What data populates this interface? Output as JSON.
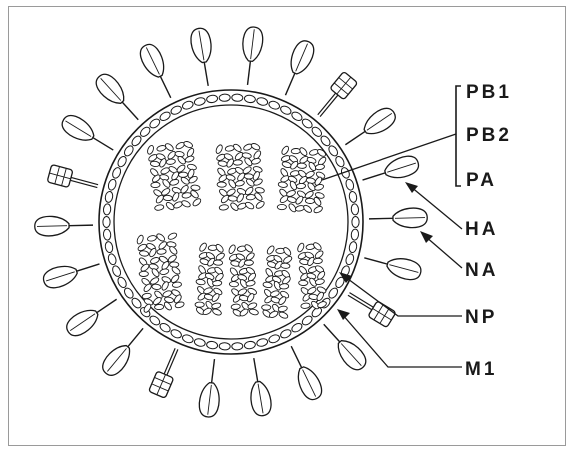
{
  "labels": {
    "pb1": "PB1",
    "pb2": "PB2",
    "pa": "PA",
    "ha": "HA",
    "na": "NA",
    "np": "NP",
    "m1": "M1"
  },
  "colors": {
    "ink": "#1a1a1a",
    "frame": "#9a9a9a",
    "paper": "#ffffff"
  },
  "icons": {
    "ha_spike": "ha-spike-icon",
    "na_spike": "na-spike-icon",
    "rnp_segment": "rnp-segment-icon"
  }
}
